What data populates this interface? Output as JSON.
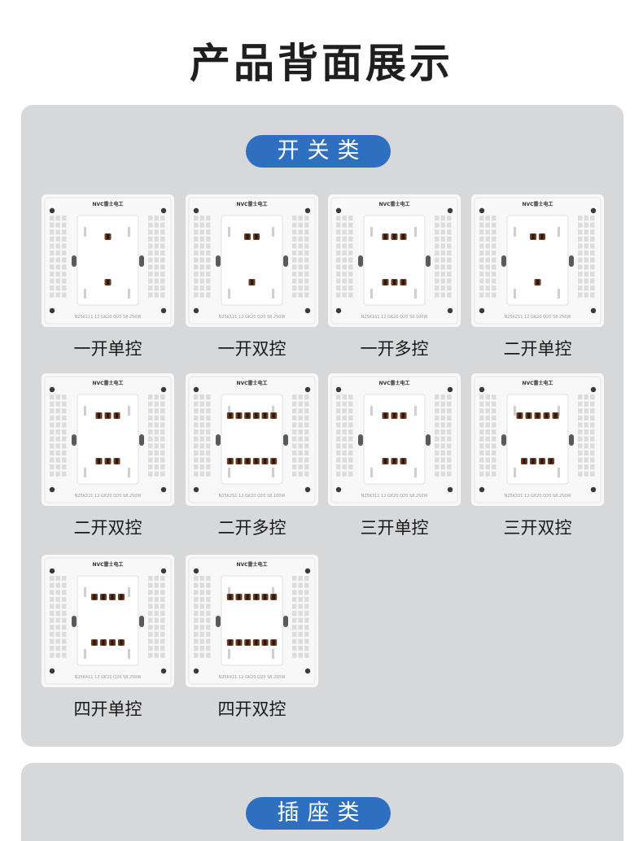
{
  "title": "产品背面展示",
  "sections": {
    "switch": {
      "label": "开关类"
    },
    "socket": {
      "label": "插座类"
    }
  },
  "brand": "NVC雷士电工",
  "items": [
    {
      "label": "一开单控",
      "spec": "N25K111 12 GK20 Q20 S8.250W",
      "terminals": 2
    },
    {
      "label": "一开双控",
      "spec": "N25K121 12 GK20 Q20 S8.250W",
      "terminals": 3
    },
    {
      "label": "一开多控",
      "spec": "N25K1S1 12 GK20 Q20 S8.100W",
      "terminals": 6
    },
    {
      "label": "二开单控",
      "spec": "N25K211 12 GK20 Q20 S8.250W",
      "terminals": 3
    },
    {
      "label": "二开双控",
      "spec": "N25K221 12 GK20 Q20 S8.250W",
      "terminals": 6
    },
    {
      "label": "二开多控",
      "spec": "N25K2S1 12 GK20 Q20 S8.100W",
      "terminals": 12
    },
    {
      "label": "三开单控",
      "spec": "N25K311 12 GK20 Q20 S8.250W",
      "terminals": 6
    },
    {
      "label": "三开双控",
      "spec": "N25K321 12 GK20 Q20 S8.250W",
      "terminals": 9
    },
    {
      "label": "四开单控",
      "spec": "N25K411 12 GK20 Q20 S8.250W",
      "terminals": 8
    },
    {
      "label": "四开双控",
      "spec": "N25K421 12 GK20 Q20 S8.250W",
      "terminals": 12
    }
  ]
}
